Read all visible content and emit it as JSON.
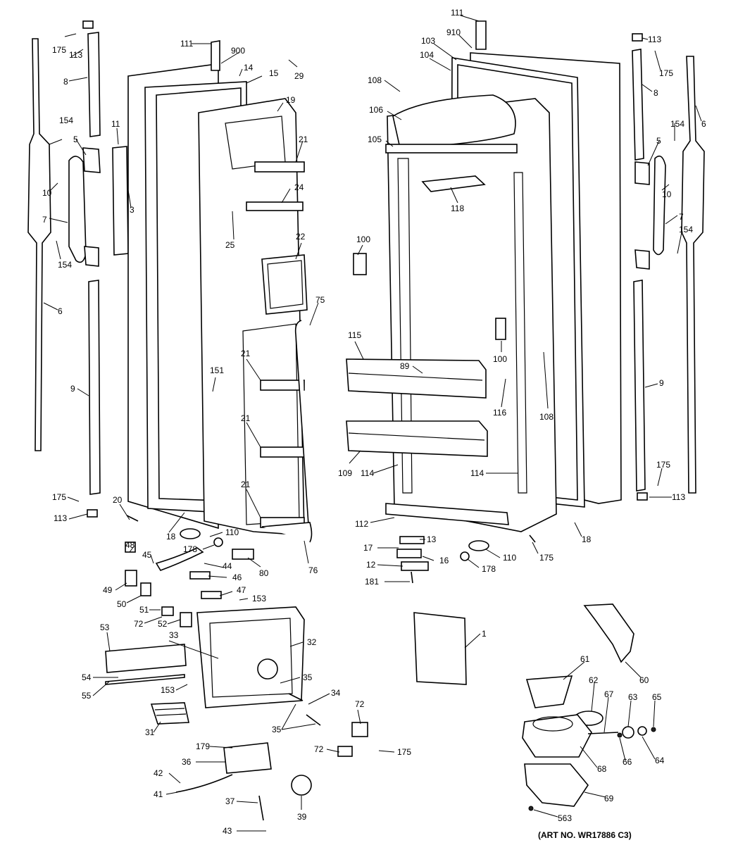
{
  "caption": "(ART NO. WR17886 C3)",
  "callouts": [
    {
      "id": "c1",
      "text": "175"
    },
    {
      "id": "c2",
      "text": "113"
    },
    {
      "id": "c3",
      "text": "8"
    },
    {
      "id": "c4",
      "text": "154"
    },
    {
      "id": "c5",
      "text": "5"
    },
    {
      "id": "c6",
      "text": "11"
    },
    {
      "id": "c7",
      "text": "3"
    },
    {
      "id": "c8",
      "text": "10"
    },
    {
      "id": "c9",
      "text": "7"
    },
    {
      "id": "c10",
      "text": "154"
    },
    {
      "id": "c11",
      "text": "6"
    },
    {
      "id": "c12",
      "text": "9"
    },
    {
      "id": "c13",
      "text": "175"
    },
    {
      "id": "c14",
      "text": "113"
    },
    {
      "id": "c15",
      "text": "20"
    },
    {
      "id": "c16",
      "text": "18"
    },
    {
      "id": "c17",
      "text": "111"
    },
    {
      "id": "c18",
      "text": "900"
    },
    {
      "id": "c19",
      "text": "14"
    },
    {
      "id": "c20",
      "text": "15"
    },
    {
      "id": "c21",
      "text": "29"
    },
    {
      "id": "c22",
      "text": "19"
    },
    {
      "id": "c23",
      "text": "21"
    },
    {
      "id": "c24",
      "text": "24"
    },
    {
      "id": "c25",
      "text": "25"
    },
    {
      "id": "c26",
      "text": "22"
    },
    {
      "id": "c27",
      "text": "75"
    },
    {
      "id": "c28",
      "text": "151"
    },
    {
      "id": "c29",
      "text": "21"
    },
    {
      "id": "c30",
      "text": "21"
    },
    {
      "id": "c31",
      "text": "21"
    },
    {
      "id": "c32",
      "text": "110"
    },
    {
      "id": "c33",
      "text": "178"
    },
    {
      "id": "c34",
      "text": "80"
    },
    {
      "id": "c35",
      "text": "76"
    },
    {
      "id": "c36",
      "text": "48"
    },
    {
      "id": "c37",
      "text": "45"
    },
    {
      "id": "c38",
      "text": "44"
    },
    {
      "id": "c39",
      "text": "46"
    },
    {
      "id": "c40",
      "text": "47"
    },
    {
      "id": "c41",
      "text": "153"
    },
    {
      "id": "c42",
      "text": "49"
    },
    {
      "id": "c43",
      "text": "50"
    },
    {
      "id": "c44",
      "text": "51"
    },
    {
      "id": "c45",
      "text": "72"
    },
    {
      "id": "c46",
      "text": "52"
    },
    {
      "id": "c47",
      "text": "53"
    },
    {
      "id": "c48",
      "text": "33"
    },
    {
      "id": "c49",
      "text": "32"
    },
    {
      "id": "c50",
      "text": "54"
    },
    {
      "id": "c51",
      "text": "55"
    },
    {
      "id": "c52",
      "text": "153"
    },
    {
      "id": "c53",
      "text": "35"
    },
    {
      "id": "c54",
      "text": "34"
    },
    {
      "id": "c55",
      "text": "35"
    },
    {
      "id": "c56",
      "text": "31"
    },
    {
      "id": "c57",
      "text": "72"
    },
    {
      "id": "c58",
      "text": "72"
    },
    {
      "id": "c59",
      "text": "175"
    },
    {
      "id": "c60",
      "text": "179"
    },
    {
      "id": "c61",
      "text": "36"
    },
    {
      "id": "c62",
      "text": "42"
    },
    {
      "id": "c63",
      "text": "41"
    },
    {
      "id": "c64",
      "text": "37"
    },
    {
      "id": "c65",
      "text": "39"
    },
    {
      "id": "c66",
      "text": "43"
    },
    {
      "id": "c67",
      "text": "111"
    },
    {
      "id": "c68",
      "text": "910"
    },
    {
      "id": "c69",
      "text": "103"
    },
    {
      "id": "c70",
      "text": "104"
    },
    {
      "id": "c71",
      "text": "108"
    },
    {
      "id": "c72",
      "text": "106"
    },
    {
      "id": "c73",
      "text": "105"
    },
    {
      "id": "c74",
      "text": "118"
    },
    {
      "id": "c75",
      "text": "100"
    },
    {
      "id": "c76",
      "text": "100"
    },
    {
      "id": "c77",
      "text": "115"
    },
    {
      "id": "c78",
      "text": "89"
    },
    {
      "id": "c79",
      "text": "116"
    },
    {
      "id": "c80",
      "text": "108"
    },
    {
      "id": "c81",
      "text": "109"
    },
    {
      "id": "c82",
      "text": "114"
    },
    {
      "id": "c83",
      "text": "114"
    },
    {
      "id": "c84",
      "text": "112"
    },
    {
      "id": "c85",
      "text": "13"
    },
    {
      "id": "c86",
      "text": "17"
    },
    {
      "id": "c87",
      "text": "16"
    },
    {
      "id": "c88",
      "text": "12"
    },
    {
      "id": "c89",
      "text": "181"
    },
    {
      "id": "c90",
      "text": "110"
    },
    {
      "id": "c91",
      "text": "178"
    },
    {
      "id": "c92",
      "text": "175"
    },
    {
      "id": "c93",
      "text": "18"
    },
    {
      "id": "c94",
      "text": "1"
    },
    {
      "id": "c95",
      "text": "113"
    },
    {
      "id": "c96",
      "text": "175"
    },
    {
      "id": "c97",
      "text": "8"
    },
    {
      "id": "c98",
      "text": "6"
    },
    {
      "id": "c99",
      "text": "154"
    },
    {
      "id": "c100",
      "text": "5"
    },
    {
      "id": "c101",
      "text": "10"
    },
    {
      "id": "c102",
      "text": "7"
    },
    {
      "id": "c103",
      "text": "154"
    },
    {
      "id": "c104",
      "text": "9"
    },
    {
      "id": "c105",
      "text": "175"
    },
    {
      "id": "c106",
      "text": "113"
    },
    {
      "id": "c107",
      "text": "60"
    },
    {
      "id": "c108",
      "text": "61"
    },
    {
      "id": "c109",
      "text": "62"
    },
    {
      "id": "c110",
      "text": "67"
    },
    {
      "id": "c111",
      "text": "63"
    },
    {
      "id": "c112",
      "text": "65"
    },
    {
      "id": "c113",
      "text": "68"
    },
    {
      "id": "c114",
      "text": "66"
    },
    {
      "id": "c115",
      "text": "64"
    },
    {
      "id": "c116",
      "text": "69"
    },
    {
      "id": "c117",
      "text": "563"
    }
  ]
}
